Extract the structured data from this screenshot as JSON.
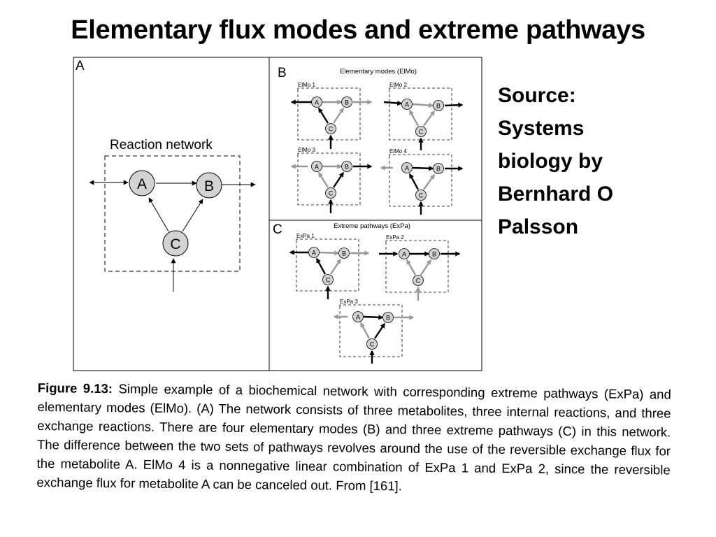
{
  "title": "Elementary flux modes and extreme pathways",
  "source_lines": [
    "Source:",
    "Systems",
    "biology by",
    "Bernhard O",
    "Palsson"
  ],
  "figure": {
    "panel_a": {
      "letter": "A",
      "title": "Reaction network",
      "metabolites": [
        "A",
        "B",
        "C"
      ]
    },
    "panel_b": {
      "letter": "B",
      "title": "Elementary modes (ElMo)",
      "modes": [
        "ElMo 1",
        "ElMo 2",
        "ElMo 3",
        "ElMo 4"
      ]
    },
    "panel_c": {
      "letter": "C",
      "title": "Extreme pathways (ExPa)",
      "pathways": [
        "ExPa 1",
        "ExPa 2",
        "ExPa 3"
      ]
    },
    "colors": {
      "active": "#000000",
      "inactive": "#999999",
      "node_fill": "#d3d3d3"
    }
  },
  "caption": {
    "label": "Figure 9.13:",
    "text": "Simple example of a biochemical network with corresponding extreme pathways (ExPa) and elementary modes (ElMo). (A) The network consists of three metabolites, three internal reactions, and three exchange reactions. There are four elementary modes (B) and three extreme pathways (C) in this network. The difference between the two sets of pathways revolves around the use of the reversible exchange flux for the metabolite A. ElMo 4 is a nonnegative linear combination of ExPa 1 and ExPa 2, since the reversible exchange flux for metabolite A can be canceled out. From [161]."
  }
}
